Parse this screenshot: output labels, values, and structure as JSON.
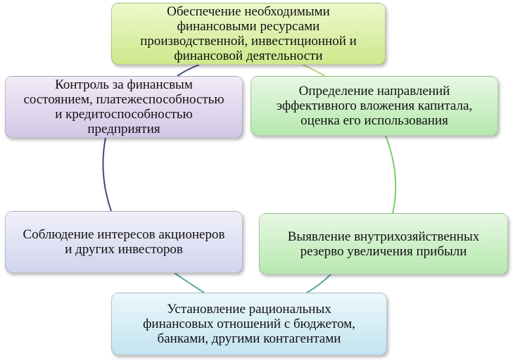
{
  "diagram": {
    "type": "cycle",
    "nodes": [
      {
        "id": "top",
        "lines": [
          "Обеспечение необходимыми",
          "финансовыми ресурсами",
          "производственной, инвестиционной и",
          "финансовой деятельности"
        ]
      },
      {
        "id": "right1",
        "lines": [
          "Определение направлений",
          "эффективного вложения капитала,",
          "оценка его использования"
        ]
      },
      {
        "id": "right2",
        "lines": [
          "Выявление внутрихозяйственных",
          "резерво увеличения прибыли"
        ]
      },
      {
        "id": "bottom",
        "lines": [
          "Установление рациональных",
          "финансовых отношений с бюджетом,",
          "банками, другими контагентами"
        ]
      },
      {
        "id": "left2",
        "lines": [
          "Соблюдение интересов акционеров",
          "и других инвесторов"
        ]
      },
      {
        "id": "left1",
        "lines": [
          "Контроль за финансвым",
          "состоянием, платежеспособностью",
          "и кредитоспособностью",
          "предприятия"
        ]
      }
    ],
    "colors": {
      "top": "#d4ec9a",
      "green": "#bfe9b7",
      "blue": "#c8e6f2",
      "lavender": "#d5d8ef",
      "violet": "#d8cdea",
      "connector_green": "#7ccf6d",
      "connector_teal": "#5aa7a2",
      "connector_navy": "#3c4a7e",
      "connector_olive": "#bccb78"
    }
  }
}
